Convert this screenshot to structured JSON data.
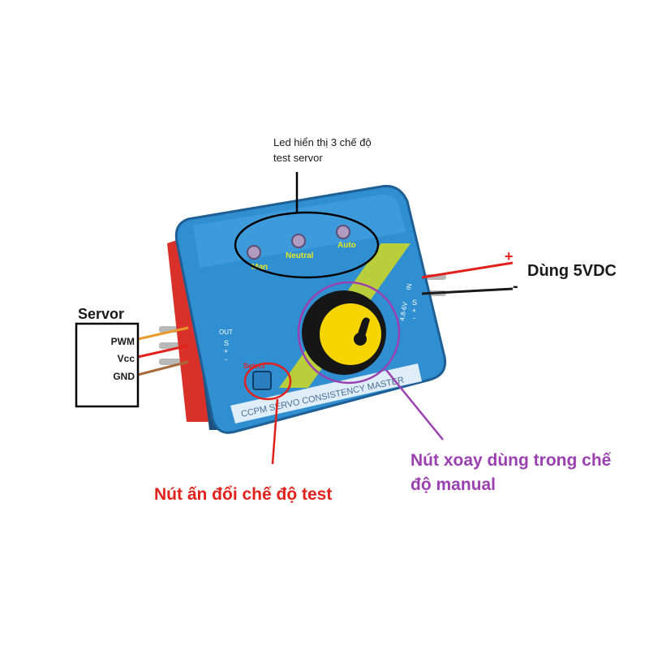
{
  "annotations": {
    "led_note": {
      "line1": "Led hiển thị 3 chế độ",
      "line2": "test servor"
    },
    "power_label": "Dùng 5VDC",
    "plus": "+",
    "minus": "-",
    "servo_title": "Servor",
    "pins": {
      "pwm": "PWM",
      "vcc": "Vcc",
      "gnd": "GND"
    },
    "select_note": "Nút ấn đổi chế độ test",
    "knob_note": {
      "line1": "Nút xoay dùng trong chế",
      "line2": "độ manual"
    }
  },
  "device": {
    "led_labels": {
      "manual": "Man",
      "neutral": "Neutral",
      "auto": "Auto"
    },
    "out_header": "OUT",
    "out_pins": {
      "s": "S",
      "plus": "+",
      "minus": "-"
    },
    "in_header": "IN",
    "in_pins": {
      "s": "S",
      "plus": "+",
      "minus": "-"
    },
    "voltage": "4.8-6V",
    "select_label": "Select",
    "brand": "CCPM SERVO CONSISTENCY MASTER"
  },
  "colors": {
    "body_blue": "#2f8fd0",
    "panel_red": "#d9302a",
    "knob_yellow": "#f6d400",
    "note_red": "#e0211c",
    "note_purple": "#9b40b0",
    "stripe_yellow": "#c9d52a"
  }
}
